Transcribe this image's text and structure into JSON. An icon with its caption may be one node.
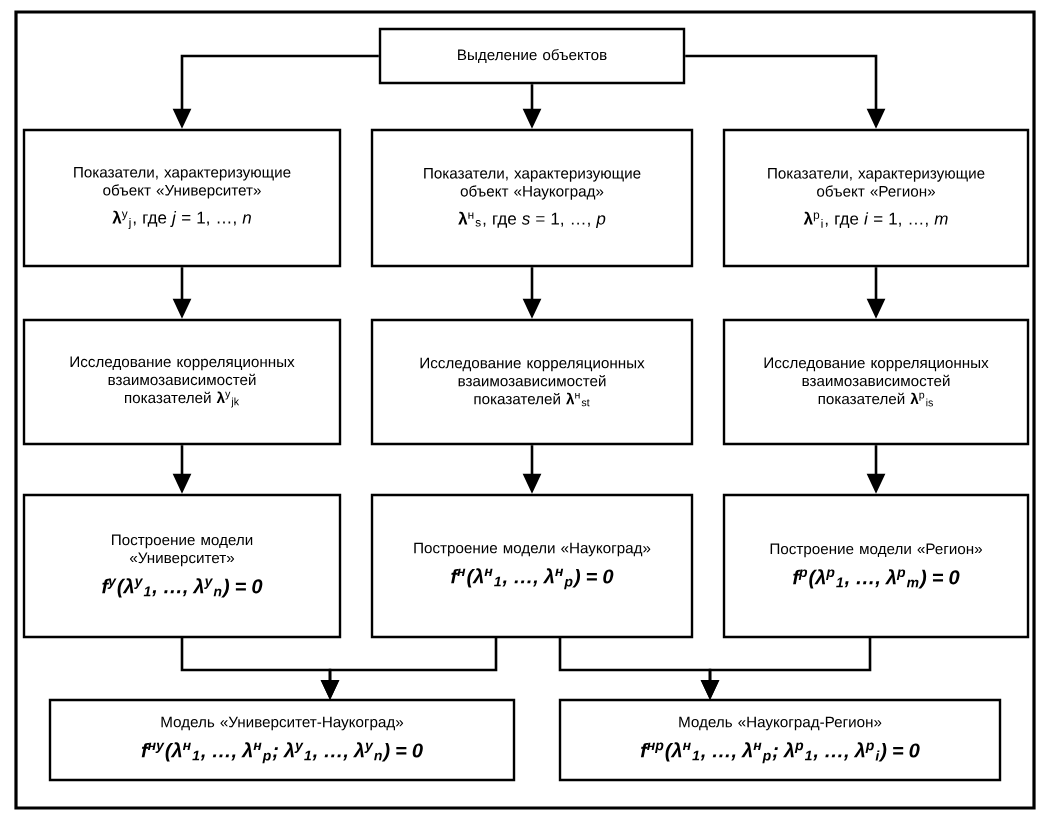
{
  "diagram": {
    "nodes": [
      {
        "text": [
          "Выделение объектов"
        ]
      },
      {
        "text": [
          "Показатели, характеризующие объект «Университет»",
          "**λ**$^{у}$$_{j}$, где *j* = 1, …, *n*"
        ]
      },
      {
        "text": [
          "Показатели, характеризующие объект «Наукоград»",
          "**λ**$^{н}$$_{s}$, где *s* = 1, …, *p*"
        ]
      },
      {
        "text": [
          "Показатели, характеризующие объект «Регион»",
          "**λ**$^{р}$$_{i}$, где *i* = 1, …, *m*"
        ]
      },
      {
        "text": [
          "Исследование корреляционных взаимозависимостей показателей **λ**$^{у}$$_{jk}$"
        ]
      },
      {
        "text": [
          "Исследование корреляционных взаимозависимостей показателей **λ**$^{н}$$_{st}$"
        ]
      },
      {
        "text": [
          "Исследование корреляционных взаимозависимостей показателей **λ**$^{р}$$_{is}$"
        ]
      },
      {
        "text": [
          "Построение модели «Университет»",
          "f$^{у}$(λ$^{у}$$_{1}$, …, λ$^{у}$$_{n}$) = 0"
        ]
      },
      {
        "text": [
          "Построение модели «Наукоград»",
          "f$^{н}$(λ$^{н}$$_{1}$, …, λ$^{н}$$_{p}$) = 0"
        ]
      },
      {
        "text": [
          "Построение модели «Регион»",
          "f$^{р}$(λ$^{р}$$_{1}$, …, λ$^{р}$$_{m}$) = 0"
        ]
      },
      {
        "text": [
          "Модель «Университет-Наукоград»",
          "f$^{ну}$(λ$^{н}$$_{1}$, …, λ$^{н}$$_{p}$; λ$^{у}$$_{1}$, …, λ$^{у}$$_{n}$) = 0"
        ]
      },
      {
        "text": [
          "Модель «Наукоград-Регион»",
          "f$^{нр}$(λ$^{н}$$_{1}$, …, λ$^{н}$$_{p}$; λ$^{р}$$_{1}$, …, λ$^{р}$$_{i}$) = 0"
        ]
      }
    ],
    "edges": [
      {
        "from": 0,
        "to": 1,
        "arrow": "to"
      },
      {
        "from": 0,
        "to": 2,
        "arrow": "to"
      },
      {
        "from": 0,
        "to": 3,
        "arrow": "to"
      },
      {
        "from": 1,
        "to": 4,
        "arrow": "to"
      },
      {
        "from": 2,
        "to": 5,
        "arrow": "to"
      },
      {
        "from": 3,
        "to": 6,
        "arrow": "to"
      },
      {
        "from": 4,
        "to": 7,
        "arrow": "to"
      },
      {
        "from": 5,
        "to": 8,
        "arrow": "to"
      },
      {
        "from": 6,
        "to": 9,
        "arrow": "to"
      },
      {
        "from": 7,
        "to": 10,
        "arrow": "to"
      },
      {
        "from": 8,
        "to": 10,
        "arrow": "to"
      },
      {
        "from": 8,
        "to": 11,
        "arrow": "to"
      },
      {
        "from": 9,
        "to": 11,
        "arrow": "to"
      }
    ]
  }
}
